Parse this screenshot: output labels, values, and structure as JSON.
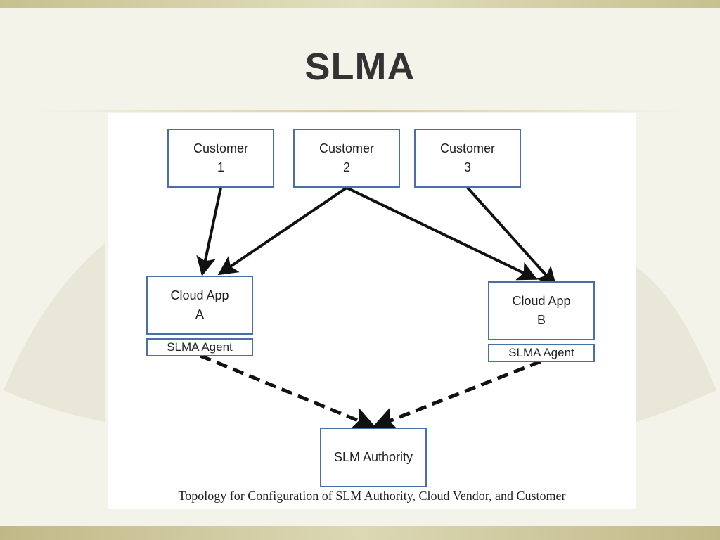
{
  "slide": {
    "title": "SLMA"
  },
  "diagram": {
    "customers": [
      {
        "line1": "Customer",
        "line2": "1"
      },
      {
        "line1": "Customer",
        "line2": "2"
      },
      {
        "line1": "Customer",
        "line2": "3"
      }
    ],
    "apps": [
      {
        "line1": "Cloud App",
        "line2": "A",
        "agent": "SLMA Agent"
      },
      {
        "line1": "Cloud App",
        "line2": "B",
        "agent": "SLMA Agent"
      }
    ],
    "authority": "SLM Authority",
    "caption": "Topology for Configuration of SLM Authority, Cloud Vendor, and Customer"
  },
  "colors": {
    "node_border": "#4a6fa5",
    "arrow": "#111111",
    "title": "#333333"
  }
}
